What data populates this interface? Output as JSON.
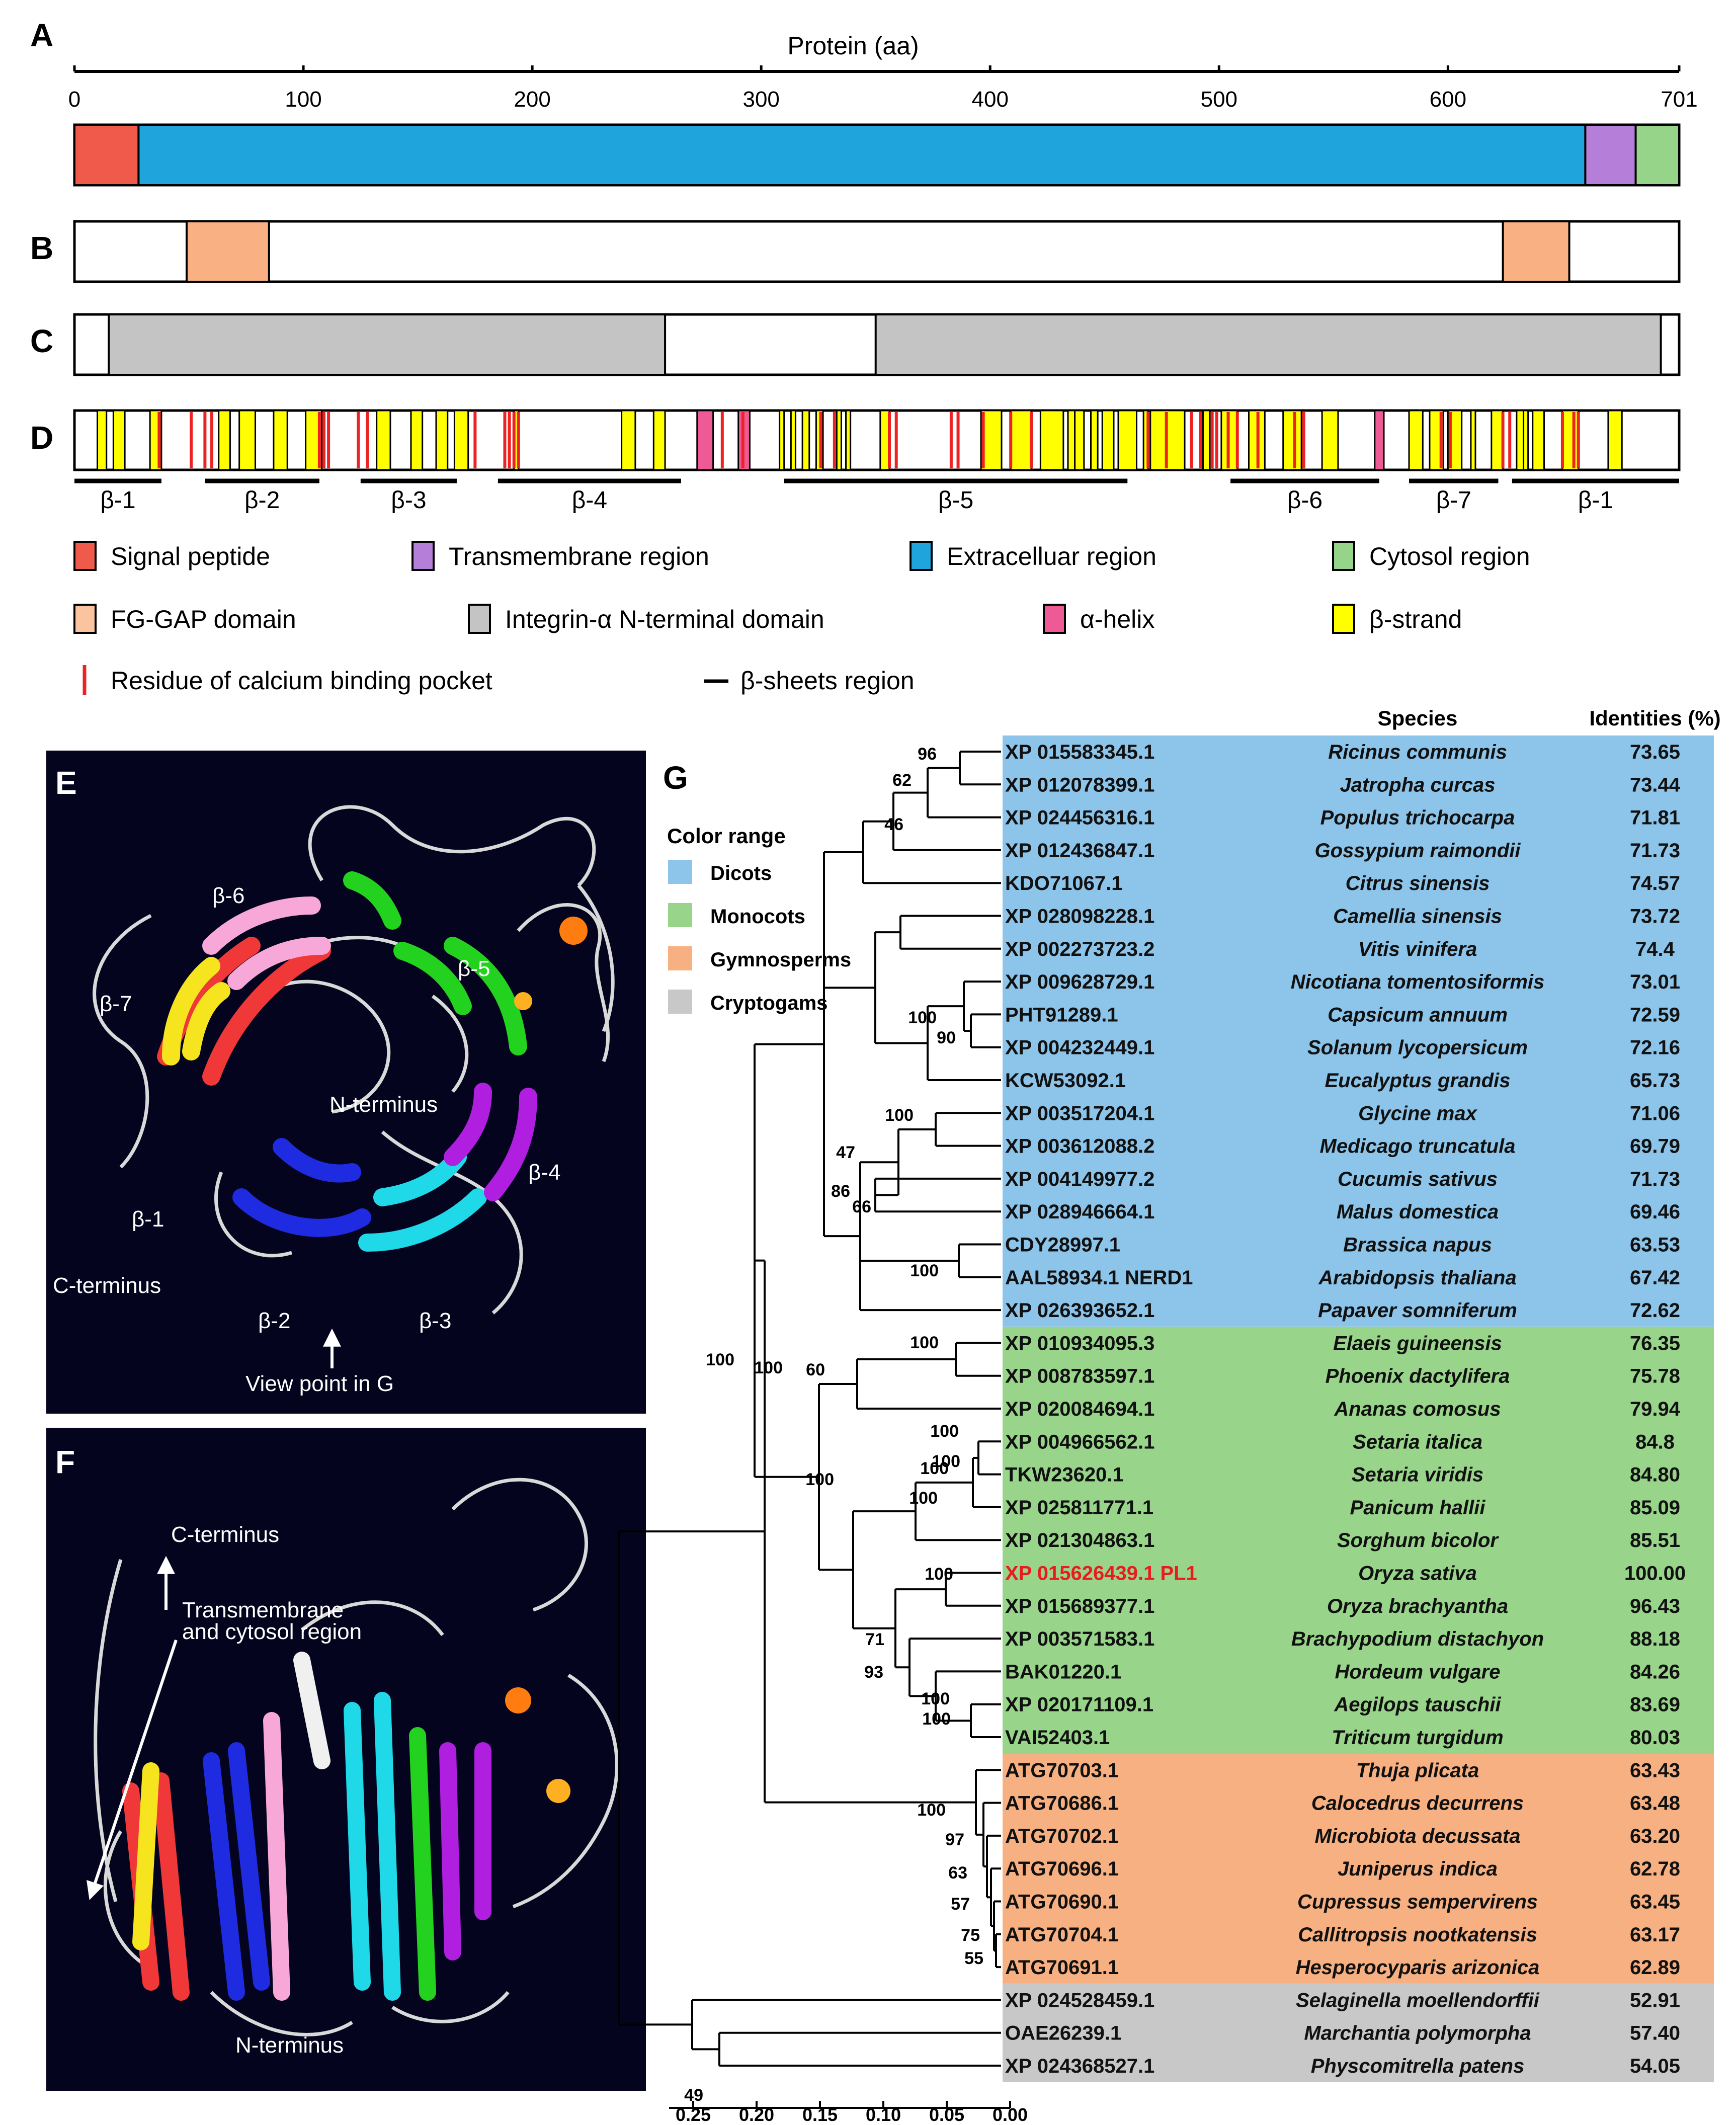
{
  "panel_labels": {
    "a": "A",
    "b": "B",
    "c": "C",
    "d": "D",
    "e": "E",
    "f": "F",
    "g": "G"
  },
  "protein_axis": {
    "title": "Protein  (aa)",
    "length": 701,
    "ticks": [
      0,
      100,
      200,
      300,
      400,
      500,
      600,
      701
    ]
  },
  "track_a": [
    {
      "start": 0,
      "end": 28,
      "color": "#f05a4a",
      "feature": "Signal peptide"
    },
    {
      "start": 28,
      "end": 660,
      "color": "#1fa4dc",
      "feature": "Extracelluar region"
    },
    {
      "start": 660,
      "end": 682,
      "color": "#b57ed8",
      "feature": "Transmembrane region"
    },
    {
      "start": 682,
      "end": 701,
      "color": "#96d48a",
      "feature": "Cytosol region"
    }
  ],
  "track_b": [
    {
      "start": 49,
      "end": 85,
      "color": "#f9b184"
    },
    {
      "start": 624,
      "end": 653,
      "color": "#f9b184"
    }
  ],
  "track_c": [
    {
      "start": 15,
      "end": 258,
      "color": "#c4c4c4"
    },
    {
      "start": 350,
      "end": 693,
      "color": "#c4c4c4"
    }
  ],
  "track_d": {
    "strands": [
      [
        10,
        14
      ],
      [
        17,
        22
      ],
      [
        33,
        38
      ],
      [
        63,
        68
      ],
      [
        72,
        79
      ],
      [
        87,
        93
      ],
      [
        101,
        108
      ],
      [
        132,
        138
      ],
      [
        147,
        152
      ],
      [
        158,
        163
      ],
      [
        166,
        172
      ],
      [
        192,
        194
      ],
      [
        239,
        245
      ],
      [
        253,
        258
      ],
      [
        308,
        310
      ],
      [
        313,
        315
      ],
      [
        318,
        321
      ],
      [
        324,
        327
      ],
      [
        333,
        335
      ],
      [
        337,
        339
      ],
      [
        352,
        356
      ],
      [
        396,
        405
      ],
      [
        409,
        418
      ],
      [
        422,
        432
      ],
      [
        434,
        437
      ],
      [
        437,
        441
      ],
      [
        444,
        447
      ],
      [
        449,
        454
      ],
      [
        456,
        458
      ],
      [
        456,
        464
      ],
      [
        467,
        469
      ],
      [
        472,
        474
      ],
      [
        470,
        485
      ],
      [
        493,
        496
      ],
      [
        501,
        508
      ],
      [
        513,
        520
      ],
      [
        528,
        536
      ],
      [
        545,
        552
      ],
      [
        583,
        589
      ],
      [
        592,
        598
      ],
      [
        600,
        606
      ],
      [
        610,
        612
      ],
      [
        619,
        624
      ],
      [
        630,
        635
      ],
      [
        633,
        635
      ],
      [
        637,
        642
      ],
      [
        650,
        657
      ],
      [
        670,
        676
      ]
    ],
    "helices": [
      [
        272,
        279
      ],
      [
        290,
        295
      ],
      [
        568,
        572
      ]
    ],
    "calcium": [
      37,
      51,
      57,
      60,
      107,
      109,
      111,
      124,
      128,
      175,
      188,
      190,
      192,
      194,
      283,
      292,
      326,
      332,
      356,
      359,
      383,
      386,
      397,
      409,
      418,
      469,
      477,
      488,
      492,
      497,
      499,
      504,
      508,
      517,
      533,
      537,
      597,
      601,
      624,
      627,
      650,
      655,
      657
    ]
  },
  "beta_sheets": [
    {
      "label": "β-1",
      "start": 0,
      "end": 38
    },
    {
      "label": "β-2",
      "start": 57,
      "end": 107
    },
    {
      "label": "β-3",
      "start": 125,
      "end": 167
    },
    {
      "label": "β-4",
      "start": 185,
      "end": 265
    },
    {
      "label": "β-5",
      "start": 310,
      "end": 460
    },
    {
      "label": "β-6",
      "start": 505,
      "end": 570
    },
    {
      "label": "β-7",
      "start": 583,
      "end": 622
    },
    {
      "label": "β-1",
      "start": 628,
      "end": 701
    }
  ],
  "legend": [
    {
      "type": "box",
      "color": "#f05a4a",
      "label": "Signal peptide"
    },
    {
      "type": "box",
      "color": "#b57ed8",
      "label": "Transmembrane region"
    },
    {
      "type": "box",
      "color": "#1fa4dc",
      "label": "Extracelluar region"
    },
    {
      "type": "box",
      "color": "#96d48a",
      "label": "Cytosol region"
    },
    {
      "type": "box",
      "color": "#f9c49f",
      "label": "FG-GAP domain"
    },
    {
      "type": "box",
      "color": "#c4c4c4",
      "label": "Integrin-α N-terminal domain"
    },
    {
      "type": "box",
      "color": "#ee5a96",
      "label": "α-helix"
    },
    {
      "type": "box",
      "color": "#ffff00",
      "label": "β-strand"
    },
    {
      "type": "redline",
      "color": "#ee2222",
      "label": "Residue of calcium binding pocket"
    },
    {
      "type": "blackline",
      "color": "#000000",
      "label": "β-sheets region"
    }
  ],
  "panel_e_labels": {
    "b6": "β-6",
    "b5": "β-5",
    "b7": "β-7",
    "b4": "β-4",
    "b1": "β-1",
    "b2": "β-2",
    "b3": "β-3",
    "nterm": "N-terminus",
    "cterm": "C-terminus",
    "view": "View point in G"
  },
  "panel_f_labels": {
    "cterm": "C-terminus",
    "tm1": "Transmembrane",
    "tm2": "and cytosol region",
    "nterm": "N-terminus"
  },
  "tree": {
    "col_species": "Species",
    "col_identity": "Identities (%)",
    "color_range_title": "Color range",
    "groups": [
      {
        "name": "Dicots",
        "color": "#8dc4ea"
      },
      {
        "name": "Monocots",
        "color": "#98d48a"
      },
      {
        "name": "Gymnosperms",
        "color": "#f7b081"
      },
      {
        "name": "Cryptogams",
        "color": "#c8c8c8"
      }
    ],
    "leaves": [
      {
        "acc": "XP 015583345.1",
        "species": "Ricinus communis",
        "id": "73.65",
        "group": 0
      },
      {
        "acc": "XP 012078399.1",
        "species": "Jatropha curcas",
        "id": "73.44",
        "group": 0
      },
      {
        "acc": "XP 024456316.1",
        "species": "Populus trichocarpa",
        "id": "71.81",
        "group": 0
      },
      {
        "acc": "XP 012436847.1",
        "species": "Gossypium raimondii",
        "id": "71.73",
        "group": 0
      },
      {
        "acc": "KDO71067.1",
        "species": "Citrus sinensis",
        "id": "74.57",
        "group": 0
      },
      {
        "acc": "XP 028098228.1",
        "species": "Camellia sinensis",
        "id": "73.72",
        "group": 0
      },
      {
        "acc": "XP 002273723.2",
        "species": "Vitis vinifera",
        "id": "74.4",
        "group": 0
      },
      {
        "acc": "XP 009628729.1",
        "species": "Nicotiana tomentosiformis",
        "id": "73.01",
        "group": 0
      },
      {
        "acc": "PHT91289.1",
        "species": "Capsicum annuum",
        "id": "72.59",
        "group": 0
      },
      {
        "acc": "XP 004232449.1",
        "species": "Solanum lycopersicum",
        "id": "72.16",
        "group": 0
      },
      {
        "acc": "KCW53092.1",
        "species": "Eucalyptus grandis",
        "id": "65.73",
        "group": 0
      },
      {
        "acc": "XP 003517204.1",
        "species": "Glycine max",
        "id": "71.06",
        "group": 0
      },
      {
        "acc": "XP 003612088.2",
        "species": "Medicago truncatula",
        "id": "69.79",
        "group": 0
      },
      {
        "acc": "XP 004149977.2",
        "species": "Cucumis sativus",
        "id": "71.73",
        "group": 0
      },
      {
        "acc": "XP 028946664.1",
        "species": "Malus domestica",
        "id": "69.46",
        "group": 0
      },
      {
        "acc": "CDY28997.1",
        "species": "Brassica napus",
        "id": "63.53",
        "group": 0
      },
      {
        "acc": "AAL58934.1 NERD1",
        "species": "Arabidopsis thaliana",
        "id": "67.42",
        "group": 0
      },
      {
        "acc": "XP 026393652.1",
        "species": "Papaver somniferum",
        "id": "72.62",
        "group": 0
      },
      {
        "acc": "XP 010934095.3",
        "species": "Elaeis guineensis",
        "id": "76.35",
        "group": 1
      },
      {
        "acc": "XP 008783597.1",
        "species": "Phoenix dactylifera",
        "id": "75.78",
        "group": 1
      },
      {
        "acc": "XP 020084694.1",
        "species": "Ananas comosus",
        "id": "79.94",
        "group": 1
      },
      {
        "acc": "XP 004966562.1",
        "species": "Setaria italica",
        "id": "84.8",
        "group": 1
      },
      {
        "acc": "TKW23620.1",
        "species": "Setaria viridis",
        "id": "84.80",
        "group": 1
      },
      {
        "acc": "XP 025811771.1",
        "species": "Panicum hallii",
        "id": "85.09",
        "group": 1
      },
      {
        "acc": "XP 021304863.1",
        "species": "Sorghum bicolor",
        "id": "85.51",
        "group": 1
      },
      {
        "acc": "XP 015626439.1 PL1",
        "species": "Oryza sativa",
        "id": "100.00",
        "group": 1,
        "highlight": "#e81c1c"
      },
      {
        "acc": "XP 015689377.1",
        "species": "Oryza brachyantha",
        "id": "96.43",
        "group": 1
      },
      {
        "acc": "XP 003571583.1",
        "species": "Brachypodium distachyon",
        "id": "88.18",
        "group": 1
      },
      {
        "acc": "BAK01220.1",
        "species": "Hordeum vulgare",
        "id": "84.26",
        "group": 1
      },
      {
        "acc": "XP 020171109.1",
        "species": "Aegilops tauschii",
        "id": "83.69",
        "group": 1
      },
      {
        "acc": "VAI52403.1",
        "species": "Triticum turgidum",
        "id": "80.03",
        "group": 1
      },
      {
        "acc": "ATG70703.1",
        "species": "Thuja plicata",
        "id": "63.43",
        "group": 2
      },
      {
        "acc": "ATG70686.1",
        "species": "Calocedrus decurrens",
        "id": "63.48",
        "group": 2
      },
      {
        "acc": "ATG70702.1",
        "species": "Microbiota decussata",
        "id": "63.20",
        "group": 2
      },
      {
        "acc": "ATG70696.1",
        "species": "Juniperus indica",
        "id": "62.78",
        "group": 2
      },
      {
        "acc": "ATG70690.1",
        "species": "Cupressus sempervirens",
        "id": "63.45",
        "group": 2
      },
      {
        "acc": "ATG70704.1",
        "species": "Callitropsis nootkatensis",
        "id": "63.17",
        "group": 2
      },
      {
        "acc": "ATG70691.1",
        "species": "Hesperocyparis arizonica",
        "id": "62.89",
        "group": 2
      },
      {
        "acc": "XP 024528459.1",
        "species": "Selaginella moellendorffii",
        "id": "52.91",
        "group": 3
      },
      {
        "acc": "OAE26239.1",
        "species": "Marchantia polymorpha",
        "id": "57.40",
        "group": 3
      },
      {
        "acc": "XP 024368527.1",
        "species": "Physcomitrella patens",
        "id": "54.05",
        "group": 3
      }
    ],
    "bootstrap": [
      "96",
      "62",
      "46",
      "100",
      "90",
      "47",
      "100",
      "86",
      "66",
      "100",
      "100",
      "100",
      "60",
      "100",
      "100",
      "100",
      "100",
      "100",
      "100",
      "71",
      "93",
      "100",
      "100",
      "100",
      "97",
      "63",
      "57",
      "75",
      "55",
      "49",
      "100"
    ],
    "scale_ticks": [
      "0.25",
      "0.20",
      "0.15",
      "0.10",
      "0.05",
      "0.00"
    ]
  }
}
